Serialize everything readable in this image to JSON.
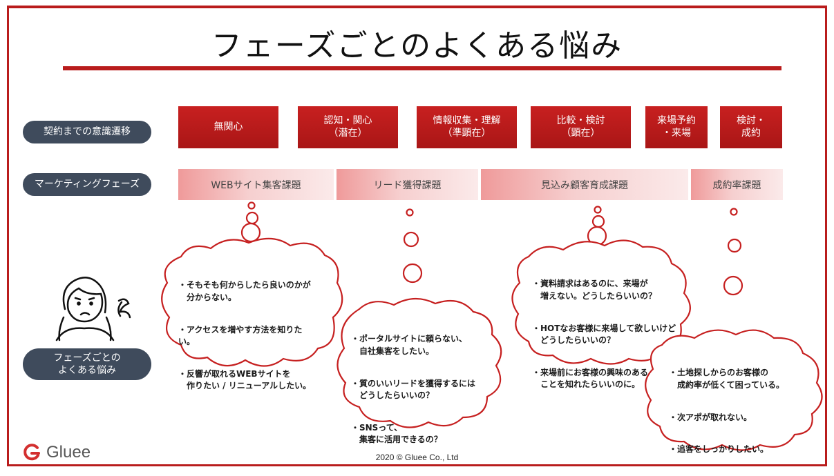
{
  "title": "フェーズごとのよくある悩み",
  "row_labels": {
    "awareness": "契約までの意識遷移",
    "marketing": "マーケティングフェーズ",
    "worries": "フェーズごとの\nよくある悩み"
  },
  "stages": [
    "無関心",
    "認知・関心\n（潜在）",
    "情報収集・理解\n（準顕在）",
    "比較・検討\n（顕在）",
    "来場予約\n・来場",
    "検討・\n成約"
  ],
  "phases": [
    "WEBサイト集客課題",
    "リード獲得課題",
    "見込み顧客育成課題",
    "成約率課題"
  ],
  "bubbles": [
    {
      "items": [
        "・そもそも何からしたら良いのかが\n　分からない。",
        "・アクセスを増やす方法を知りた\nい。",
        "・反響が取れるWEBサイトを\n　作りたい / リニューアルしたい。"
      ]
    },
    {
      "items": [
        "・ポータルサイトに頼らない、\n　自社集客をしたい。",
        "・質のいいリードを獲得するには\n　どうしたらいいの？",
        "・SNSって、\n　集客に活用できるの？"
      ]
    },
    {
      "items": [
        "・資料請求はあるのに、来場が\n　増えない。どうしたらいいの？",
        "・HOTなお客様に来場して欲しいけど\n　どうしたらいいの？",
        "・来場前にお客様の興味のある\n　ことを知れたらいいのに。"
      ]
    },
    {
      "items": [
        "・土地探しからのお客様の\n　成約率が低くて困っている。",
        "・次アポが取れない。",
        "・追客をしっかりしたい。"
      ]
    }
  ],
  "logo_text": "Gluee",
  "footer": "2020 © Gluee Co., Ltd",
  "colors": {
    "accent": "#b91c1c",
    "pill": "#3f4b5c",
    "phase_light": "#f7d4d4"
  }
}
